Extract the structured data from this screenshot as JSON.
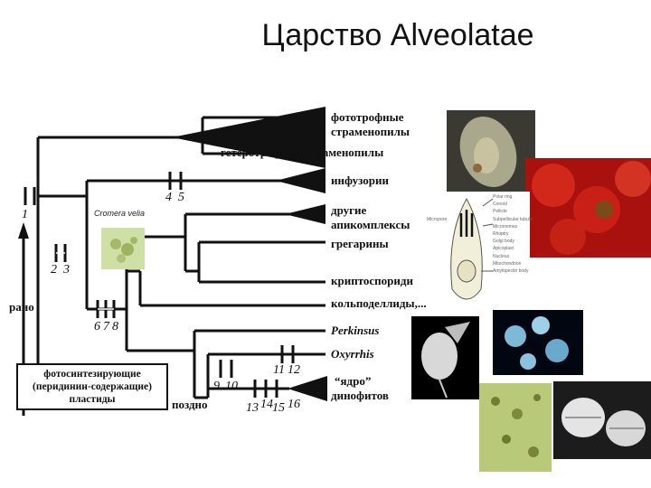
{
  "title": "Царство Alveolatae",
  "taxa": {
    "phototrophic_line1": "фототрофные",
    "phototrophic_line2": "страменопилы",
    "heterotrophic": "гетеротрофные страменопилы",
    "ciliates": "инфузории",
    "apicomplexa_line1": "другие",
    "apicomplexa_line2": "апикомплексы",
    "gregarines": "грегарины",
    "cryptosporidia": "криптоспориди",
    "colpodellids": "кольподеллиды,...",
    "perkinsus": "Perkinsus",
    "oxyrrhis": "Oxyrrhis",
    "dino_line1": "“ядро”",
    "dino_line2": "динофитов"
  },
  "cromera_label": "Cromera velia",
  "time_labels": {
    "early": "рано",
    "late": "поздно"
  },
  "plastid_box": {
    "line1": "фотосинтезирующие",
    "line2": "(перидинин-содержащие)",
    "line3": "пластиды"
  },
  "markers": {
    "m1": "1",
    "m2": "2",
    "m3": "3",
    "m4": "4",
    "m5": "5",
    "m6": "6",
    "m7": "7",
    "m8": "8",
    "m9": "9",
    "m10": "10",
    "m11": "11",
    "m12": "12",
    "m13": "13",
    "m14": "14",
    "m15": "15",
    "m16": "16"
  },
  "cell_legend": [
    "Polar ring",
    "Conoid",
    "Pellicle",
    "Subpellicular tubule",
    "Micronemes",
    "Rhoptry",
    "Golgi body",
    "Apicoplast",
    "Nucleus",
    "Mitochondrion",
    "Amylopectin body"
  ],
  "micropore_label": "Micropore"
}
